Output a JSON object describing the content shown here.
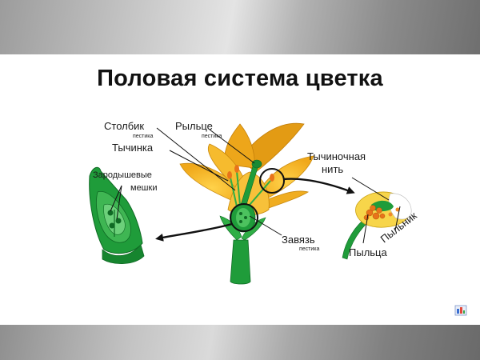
{
  "title": "Половая система цветка",
  "labels": {
    "stolbik": "Столбик",
    "stolbik_sub": "пестика",
    "rylce": "Рыльце",
    "rylce_sub": "пестика",
    "tychinka": "Тычинка",
    "zarodysh_line1": "Зародышевые",
    "zarodysh_line2": "мешки",
    "tychinochnaya_line1": "Тычиночная",
    "tychinochnaya_line2": "нить",
    "zavyaz": "Завязь",
    "zavyaz_sub": "пестика",
    "pylnik": "Пыльник",
    "pylca": "Пыльца"
  },
  "colors": {
    "petal": "#f4b324",
    "petal_dark": "#d98f0c",
    "green": "#1f9c3a",
    "green_light": "#4cc25e",
    "green_dark": "#0f6a24",
    "pollen": "#e8731a"
  },
  "icons": [
    "presentation-logo-icon"
  ]
}
